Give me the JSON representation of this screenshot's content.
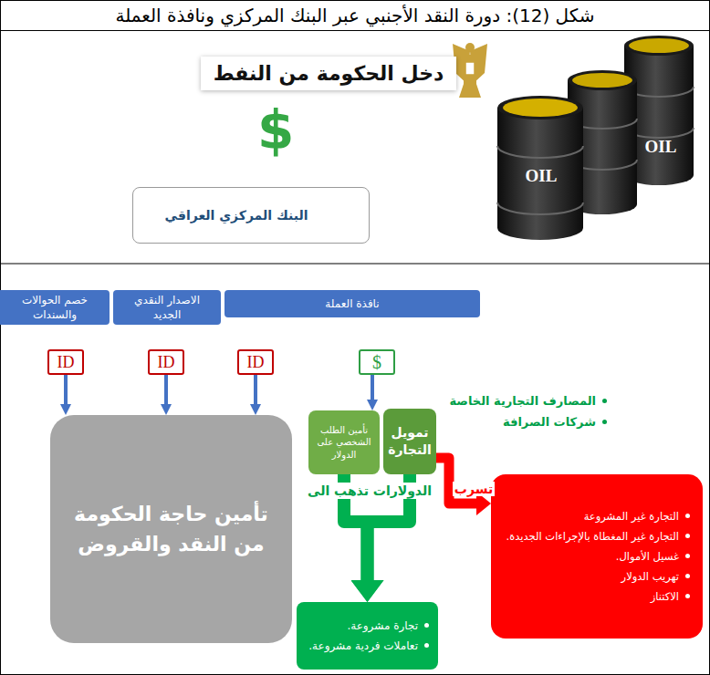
{
  "diagram": {
    "title": "شكل (12): دورة النقد الأجنبي عبر البنك المركزي ونافذة العملة",
    "nodes": [
      {
        "text": [
          "دخل الحكومة من النفط"
        ]
      },
      {
        "text": [
          "البنك المركزي العراقي"
        ]
      },
      {
        "text": [
          "خصم الحوالات والسندات"
        ]
      },
      {
        "text": [
          "الاصدار النقدي الجديد"
        ]
      },
      {
        "text": [
          "نافذة العملة"
        ]
      },
      {
        "text": [
          "ID"
        ]
      },
      {
        "text": [
          "ID"
        ]
      },
      {
        "text": [
          "ID"
        ]
      },
      {
        "text": [
          "$"
        ]
      },
      {
        "text": [
          "تأمين حاجة الحكومة من النقد والقروض"
        ]
      },
      {
        "text": [
          "تأمين الطلب الشخصي على الدولار"
        ]
      },
      {
        "text": [
          "تمويل التجارة"
        ]
      },
      {
        "text": [
          "التجارة غير المشروعة",
          "التجارة غير المغطاة بالإجراءات الجديدة.",
          "غسيل الأموال.",
          "تهريب الدولار",
          "الاكتناز"
        ]
      },
      {
        "text": [
          "تجارة مشروعة.",
          "تعاملات فردية مشروعة."
        ]
      }
    ],
    "edges": [
      {
        "from": 5,
        "to": 9,
        "arrow": "to"
      },
      {
        "from": 6,
        "to": 9,
        "arrow": "to"
      },
      {
        "from": 7,
        "to": 9,
        "arrow": "to"
      },
      {
        "from": 8,
        "to": 10,
        "arrow": "to"
      },
      {
        "from": 11,
        "to": 12,
        "label": "تسرب",
        "arrow": "to"
      },
      {
        "from": 10,
        "to": 13,
        "arrow": "to"
      },
      {
        "from": 11,
        "to": 13,
        "arrow": "to"
      }
    ],
    "labels": [
      "$",
      "OIL",
      "OIL",
      "المصارف التجارية الخاصة",
      "شركات الصرافة",
      "الدولارات تذهب الى"
    ]
  }
}
